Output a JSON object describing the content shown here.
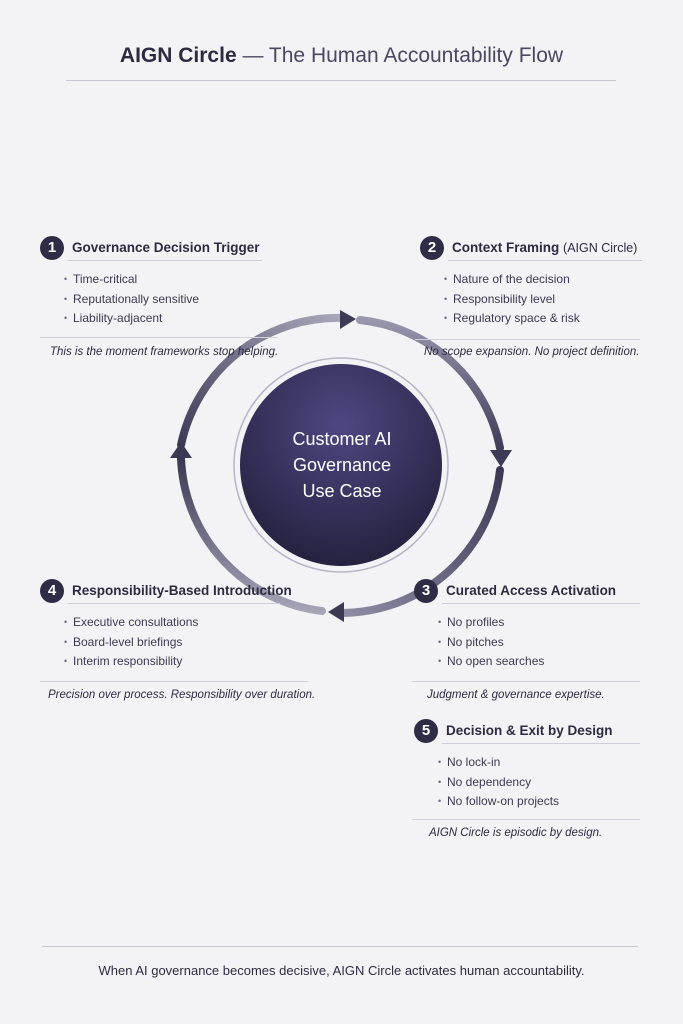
{
  "header": {
    "title_bold": "AIGN Circle",
    "title_rest": "— The Human Accountability Flow"
  },
  "center": {
    "line1": "Customer AI",
    "line2": "Governance",
    "line3": "Use Case"
  },
  "steps": [
    {
      "number": "1",
      "title": "Governance Decision Trigger",
      "bullets": [
        "Time-critical",
        "Reputationally sensitive",
        "Liability-adjacent"
      ],
      "note": "This is the moment frameworks stop helping."
    },
    {
      "number": "2",
      "title": "Context Framing",
      "title_sub": "(AIGN Circle)",
      "bullets": [
        "Nature of the decision",
        "Responsibility level",
        "Regulatory space & risk"
      ],
      "note": "No scope expansion. No project definition."
    },
    {
      "number": "3",
      "title": "Curated Access Activation",
      "bullets": [
        "No profiles",
        "No pitches",
        "No open searches"
      ],
      "note": "Judgment & governance expertise."
    },
    {
      "number": "4",
      "title": "Responsibility-Based Introduction",
      "bullets": [
        "Executive consultations",
        "Board-level briefings",
        "Interim responsibility"
      ],
      "note": "Precision over process. Responsibility over duration."
    },
    {
      "number": "5",
      "title": "Decision & Exit by Design",
      "bullets": [
        "No lock-in",
        "No dependency",
        "No follow-on projects"
      ],
      "note": "AIGN Circle is episodic by design."
    }
  ],
  "footer": {
    "text": "When AI governance becomes decisive, AIGN Circle activates human accountability."
  },
  "colors": {
    "background": "#f3f2f4",
    "accent_dark": "#2f2c46",
    "center_gradient_top": "#4a4278",
    "center_gradient_bottom": "#26223e"
  }
}
